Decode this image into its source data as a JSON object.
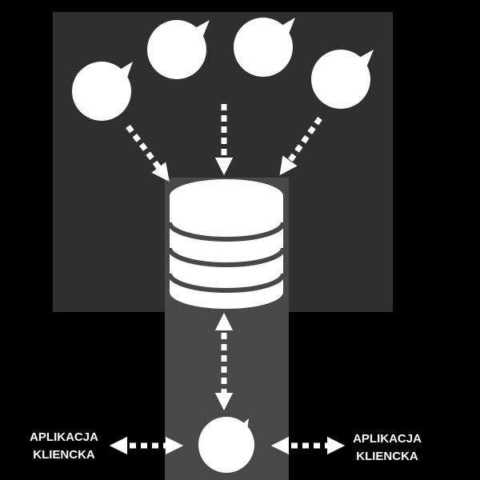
{
  "colors": {
    "background": "#000000",
    "panel": "#2f2f2f",
    "highlight_column": "#484848",
    "foreground": "#ffffff",
    "database_ring": "#474747"
  },
  "icons": {
    "source_node": "speech-bubble-circle-icon",
    "database": "database-cylinder-icon",
    "server": "speech-bubble-circle-icon",
    "arrow_down": "dashed-arrow-down-icon",
    "arrow_bidirectional": "dashed-double-arrow-icon"
  },
  "clients": {
    "left": {
      "line1": "APLIKACJA",
      "line2": "KLIENCKA"
    },
    "right": {
      "line1": "APLIKACJA",
      "line2": "KLIENCKA"
    }
  }
}
